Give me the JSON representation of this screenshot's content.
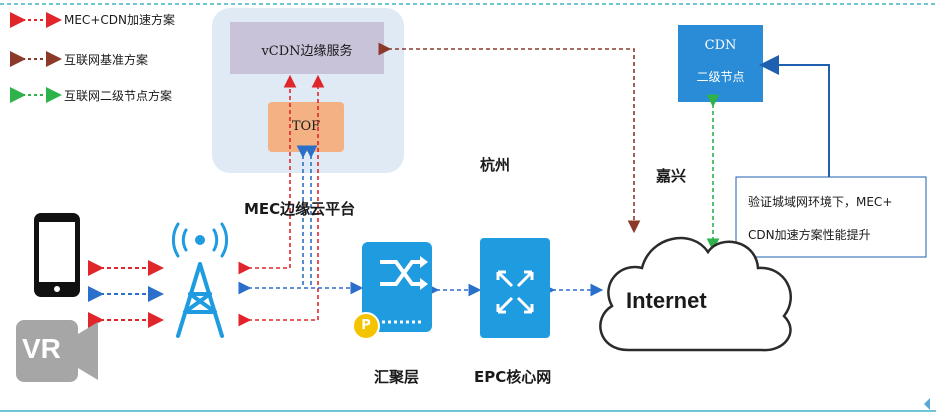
{
  "legend": [
    {
      "label": "MEC+CDN加速方案",
      "color": "#e0262b"
    },
    {
      "label": "互联网基准方案",
      "color": "#8b3a2a"
    },
    {
      "label": "互联网二级节点方案",
      "color": "#2eb34a"
    }
  ],
  "platform": {
    "vcdn_label": "vCDN边缘服务",
    "tof_label": "TOF",
    "title": "MEC边缘云平台"
  },
  "cdn_node": {
    "line1": "CDN",
    "line2": "二级节点"
  },
  "cities": {
    "hangzhou": "杭州",
    "jiaxing": "嘉兴"
  },
  "note": {
    "line1": "验证城域网环境下，MEC+",
    "line2": "CDN加速方案性能提升"
  },
  "nodes": {
    "aggregation": "汇聚层",
    "aggregation_badge": "P",
    "epc": "EPC核心网",
    "internet": "Internet",
    "vr": "VR"
  },
  "colors": {
    "mec_cdn": "#e0262b",
    "internet_base": "#8b3a2a",
    "second_level": "#2eb34a",
    "access_blue": "#2a6fc9",
    "platform_bg": "#dfeaf5",
    "vcdn_bg": "#c9c3d9",
    "tof_bg": "#f4b183",
    "icon_blue": "#1f9be0",
    "cdn_box": "#2a8cd6",
    "divider": "#3fb3c6"
  },
  "icons": [
    "smartphone-icon",
    "vr-camera-icon",
    "cell-tower-icon",
    "switch-icon",
    "router-icon",
    "cloud-icon"
  ]
}
